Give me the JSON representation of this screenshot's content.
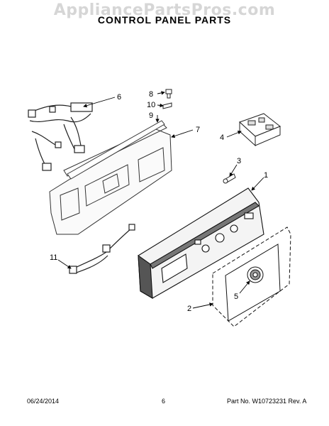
{
  "watermark": "AppliancePartsPros.com",
  "title": "CONTROL PANEL PARTS",
  "callouts": [
    {
      "id": "1",
      "label": "1"
    },
    {
      "id": "2",
      "label": "2"
    },
    {
      "id": "3",
      "label": "3"
    },
    {
      "id": "4",
      "label": "4"
    },
    {
      "id": "5",
      "label": "5"
    },
    {
      "id": "6",
      "label": "6"
    },
    {
      "id": "7",
      "label": "7"
    },
    {
      "id": "8",
      "label": "8"
    },
    {
      "id": "9",
      "label": "9"
    },
    {
      "id": "10",
      "label": "10"
    },
    {
      "id": "11",
      "label": "11"
    }
  ],
  "footer": {
    "date": "06/24/2014",
    "page": "6",
    "part": "Part No. W10723231  Rev. A"
  }
}
